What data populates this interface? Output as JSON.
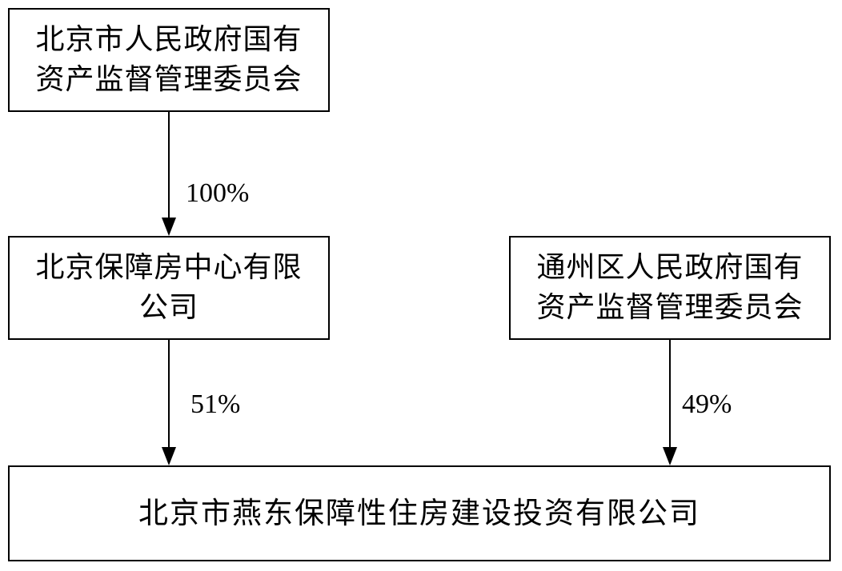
{
  "diagram": {
    "boxes": {
      "beijing_sasac": {
        "line1": "北京市人民政府国有",
        "line2": "资产监督管理委员会"
      },
      "beijing_housing_center": {
        "line1": "北京保障房中心有限",
        "line2": "公司"
      },
      "tongzhou_sasac": {
        "line1": "通州区人民政府国有",
        "line2": "资产监督管理委员会"
      },
      "yandong_company": {
        "line1": "北京市燕东保障性住房建设投资有限公司"
      }
    },
    "edges": [
      {
        "from": "beijing_sasac",
        "to": "beijing_housing_center",
        "label": "100%"
      },
      {
        "from": "beijing_housing_center",
        "to": "yandong_company",
        "label": "51%"
      },
      {
        "from": "tongzhou_sasac",
        "to": "yandong_company",
        "label": "49%"
      }
    ]
  }
}
